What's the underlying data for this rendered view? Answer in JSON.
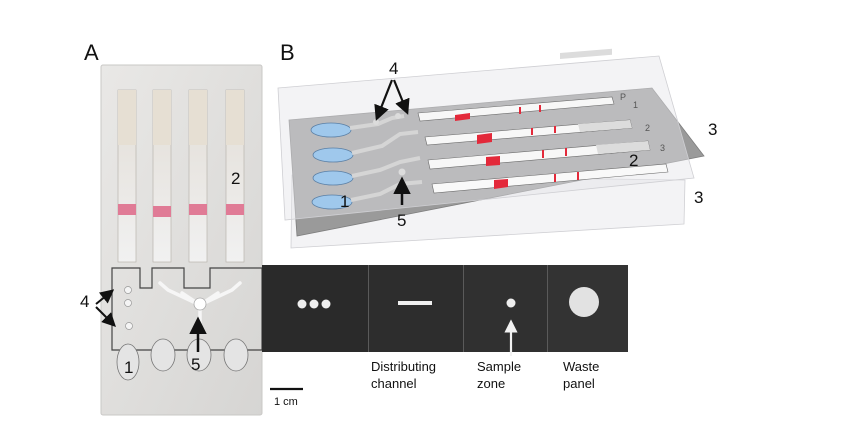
{
  "panels": {
    "a": "A",
    "b": "B"
  },
  "photo_a": {
    "labels": {
      "one": "1",
      "two": "2",
      "four": "4",
      "five": "5"
    }
  },
  "schematic_b": {
    "labels": {
      "one": "1",
      "two": "2",
      "three_top": "3",
      "three_bottom": "3",
      "four": "4",
      "five": "5"
    },
    "strip_marks": [
      "P",
      "1",
      "2",
      "3"
    ]
  },
  "film_strip": {
    "captions": {
      "distributing": [
        "Distributing",
        "channel"
      ],
      "sample": [
        "Sample",
        "zone"
      ],
      "waste": [
        "Waste",
        "panel"
      ]
    }
  },
  "scale_bar": {
    "label": "1 cm"
  },
  "colors": {
    "test_line": "#e3293a",
    "pad_blue": "#9fc8ec",
    "sheet_gray": "#9a9a9a",
    "film_dark": "#2a2a2a"
  }
}
